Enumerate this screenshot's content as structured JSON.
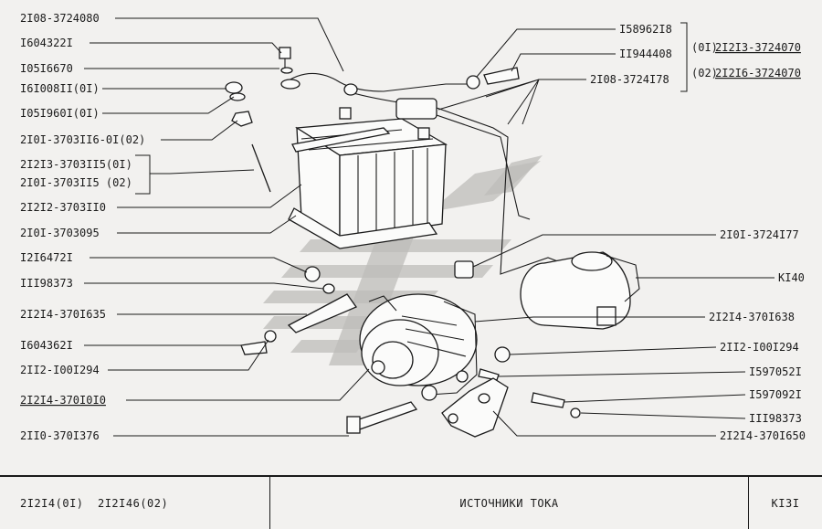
{
  "labels": {
    "l1": "2I08-3724080",
    "l2": "I604322I",
    "l3": "I05I6670",
    "l4": "I6I008II(0I)",
    "l5": "I05I960I(0I)",
    "l6": "2I0I-3703II6-0I(02)",
    "l7": "2I2I3-3703II5(0I)",
    "l8": "2I0I-3703II5 (02)",
    "l9": "2I2I2-3703II0",
    "l10": "2I0I-3703095",
    "l11": "I2I6472I",
    "l12": "III98373",
    "l13": "2I2I4-370I635",
    "l14": "I604362I",
    "l15": "2II2-I00I294",
    "l16": "2I2I4-370I0I0",
    "l17": "2II0-370I376",
    "r1": "I58962I8",
    "r2": "II944408",
    "r3": "2I08-3724I78",
    "r4": "2I0I-3724I77",
    "r5": "KI40",
    "r6": "2I2I4-370I638",
    "r7": "2II2-I00I294",
    "r8": "I597052I",
    "r9": "I597092I",
    "r10": "III98373",
    "r11": "2I2I4-370I650",
    "v1a": "(0I)",
    "v1b": "2I2I3-3724070",
    "v2a": "(02)",
    "v2b": "2I2I6-3724070"
  },
  "footer": {
    "models": "2I2I4(0I)  2I2I46(02)",
    "title": "ИСТОЧНИКИ ТОКА",
    "page": "KI3I"
  }
}
